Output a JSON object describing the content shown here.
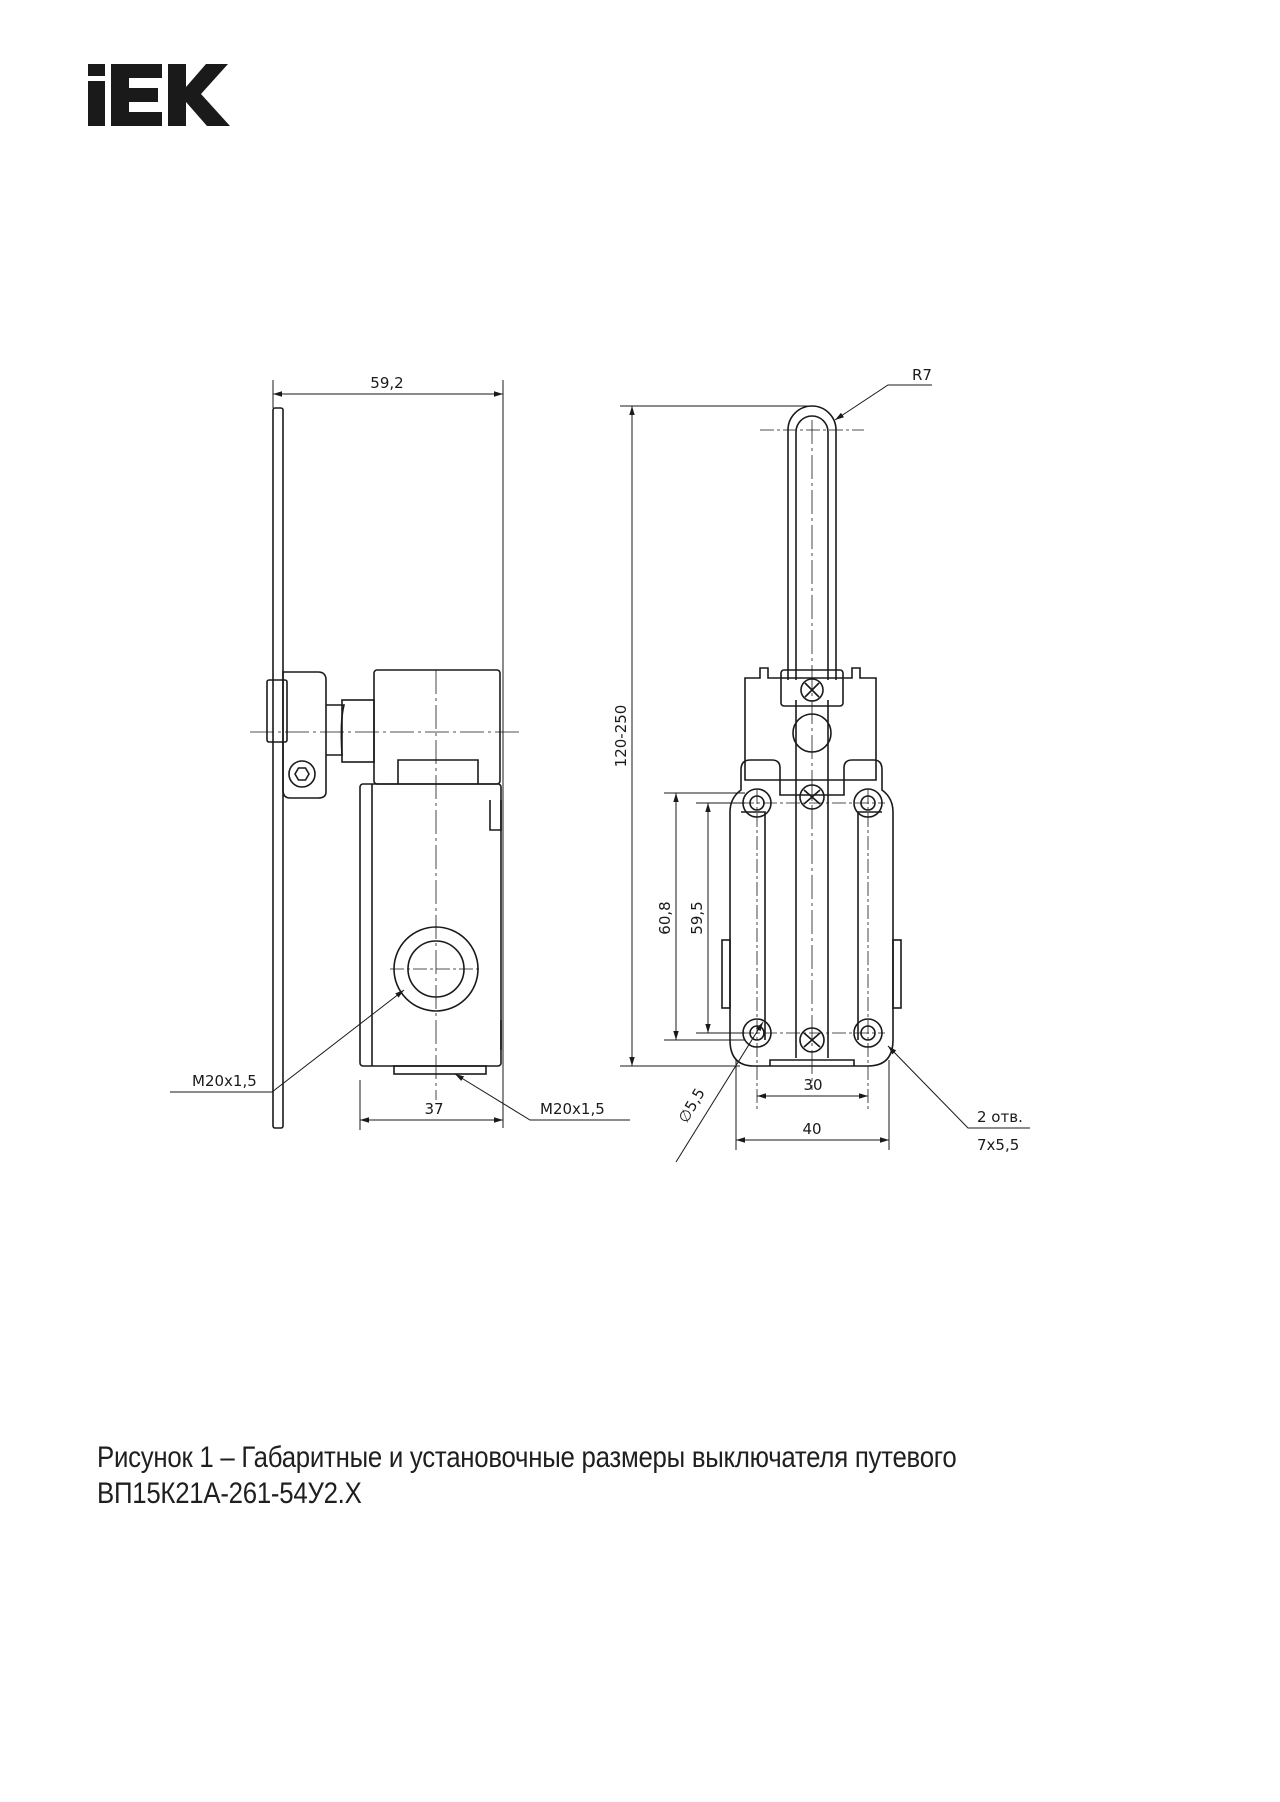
{
  "logo": {
    "text": "IEK",
    "color": "#1a1a1a"
  },
  "drawing": {
    "dimensions": {
      "lever_width": "59,2",
      "base_width_side": "37",
      "thread_left": "M20x1,5",
      "thread_bottom": "M20x1,5",
      "radius": "R7",
      "height_range": "120-250",
      "hole_spacing_outer": "60,8",
      "hole_spacing_inner": "59,5",
      "hole_diameter": "∅5,5",
      "mount_width_inner": "30",
      "mount_width_outer": "40",
      "holes_count": "2 отв.",
      "holes_size": "7x5,5"
    },
    "line_color": "#1a1a1a"
  },
  "caption": {
    "line1": "Рисунок 1 – Габаритные и установочные размеры выключателя путевого",
    "line2": "ВП15К21А-261-54У2.Х"
  }
}
